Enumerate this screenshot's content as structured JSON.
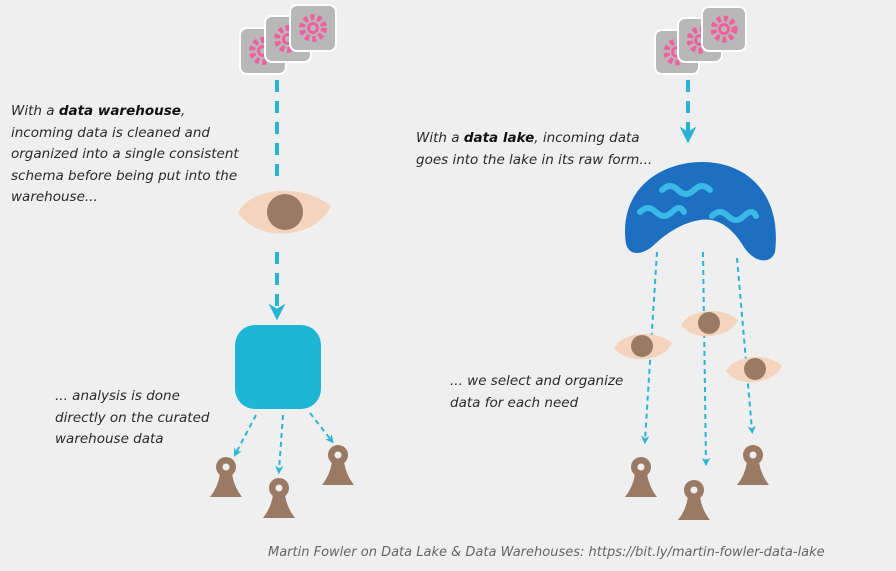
{
  "warehouse": {
    "intro": {
      "before": "With a ",
      "term": "data warehouse",
      "after_first": ",",
      "lines": [
        "incoming data is cleaned and",
        "organized into a single consistent",
        "schema before being put into the",
        "warehouse..."
      ]
    },
    "analysis_lines": [
      "... analysis is done",
      "directly on the curated",
      "warehouse data"
    ]
  },
  "lake": {
    "intro": {
      "before": "With a ",
      "term": "data lake",
      "after_first": ", incoming data",
      "lines": [
        "goes into the lake in its raw form..."
      ]
    },
    "select_lines": [
      "... we select and organize",
      "data for each need"
    ]
  },
  "credit": "Martin Fowler on Data Lake & Data Warehouses: https://bit.ly/martin-fowler-data-lake",
  "colors": {
    "background": "#efefef",
    "arrow": "#29b3d4",
    "gear": "#f0609e",
    "gear_box": "#b8b8b8",
    "eye_white": "#f4d4bd",
    "pupil": "#9b7a63",
    "warehouse": "#1fb6d6",
    "lake": "#1d6fc2",
    "wave": "#3bb9e6",
    "person": "#9b7a63"
  },
  "icons": {
    "sources": "gear-stack-icon",
    "cleaning": "eye-icon",
    "warehouse": "rounded-square-icon",
    "lake": "lake-icon",
    "consumer": "person-icon"
  }
}
